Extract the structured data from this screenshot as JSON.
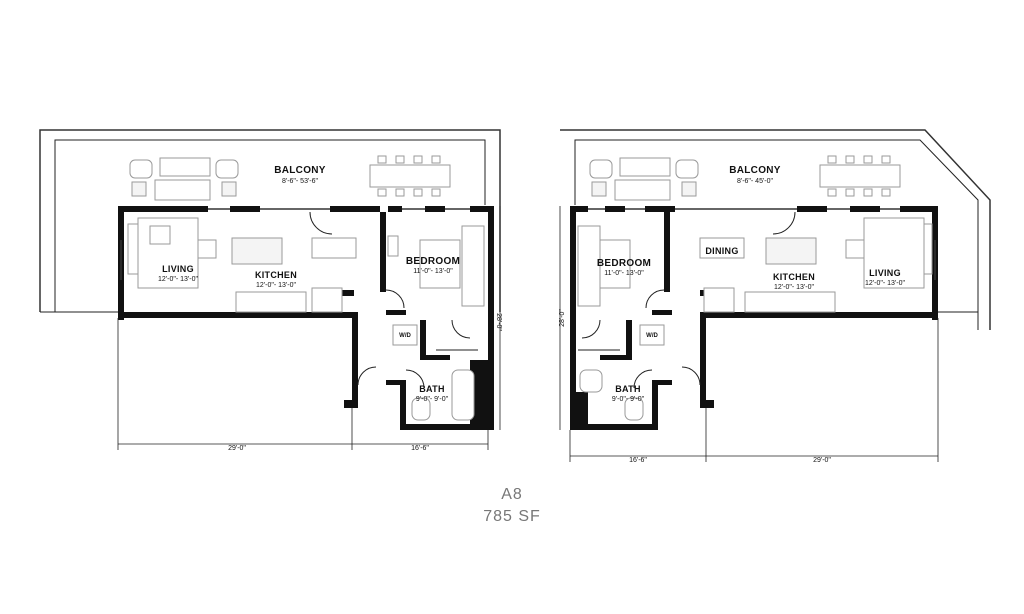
{
  "unit": {
    "name": "A8",
    "area": "785 SF"
  },
  "plans": [
    {
      "id": "left",
      "rooms": [
        {
          "key": "balcony",
          "label": "BALCONY",
          "dims": "8'-6\"- 53'-6\""
        },
        {
          "key": "living",
          "label": "LIVING",
          "dims": "12'-0\"- 13'-0\""
        },
        {
          "key": "kitchen",
          "label": "KITCHEN",
          "dims": "12'-0\"- 13'-0\""
        },
        {
          "key": "bedroom",
          "label": "BEDROOM",
          "dims": "11'-0\"- 13'-0\""
        },
        {
          "key": "bath",
          "label": "BATH",
          "dims": "9'-0\"- 9'-0\""
        }
      ],
      "wd": "W/D",
      "overall": {
        "width_a": "29'-0\"",
        "width_b": "16'-6\"",
        "height": "28'-0\""
      }
    },
    {
      "id": "right",
      "rooms": [
        {
          "key": "balcony",
          "label": "BALCONY",
          "dims": "8'-6\"- 45'-0\""
        },
        {
          "key": "bedroom",
          "label": "BEDROOM",
          "dims": "11'-0\"- 13'-0\""
        },
        {
          "key": "dining",
          "label": "DINING",
          "dims": ""
        },
        {
          "key": "kitchen",
          "label": "KITCHEN",
          "dims": "12'-0\"- 13'-0\""
        },
        {
          "key": "living",
          "label": "LIVING",
          "dims": "12'-0\"- 13'-0\""
        },
        {
          "key": "bath",
          "label": "BATH",
          "dims": "9'-0\"- 9'-0\""
        }
      ],
      "wd": "W/D",
      "overall": {
        "width_a": "16'-6\"",
        "width_b": "29'-0\"",
        "height": "28'-0\""
      }
    }
  ]
}
